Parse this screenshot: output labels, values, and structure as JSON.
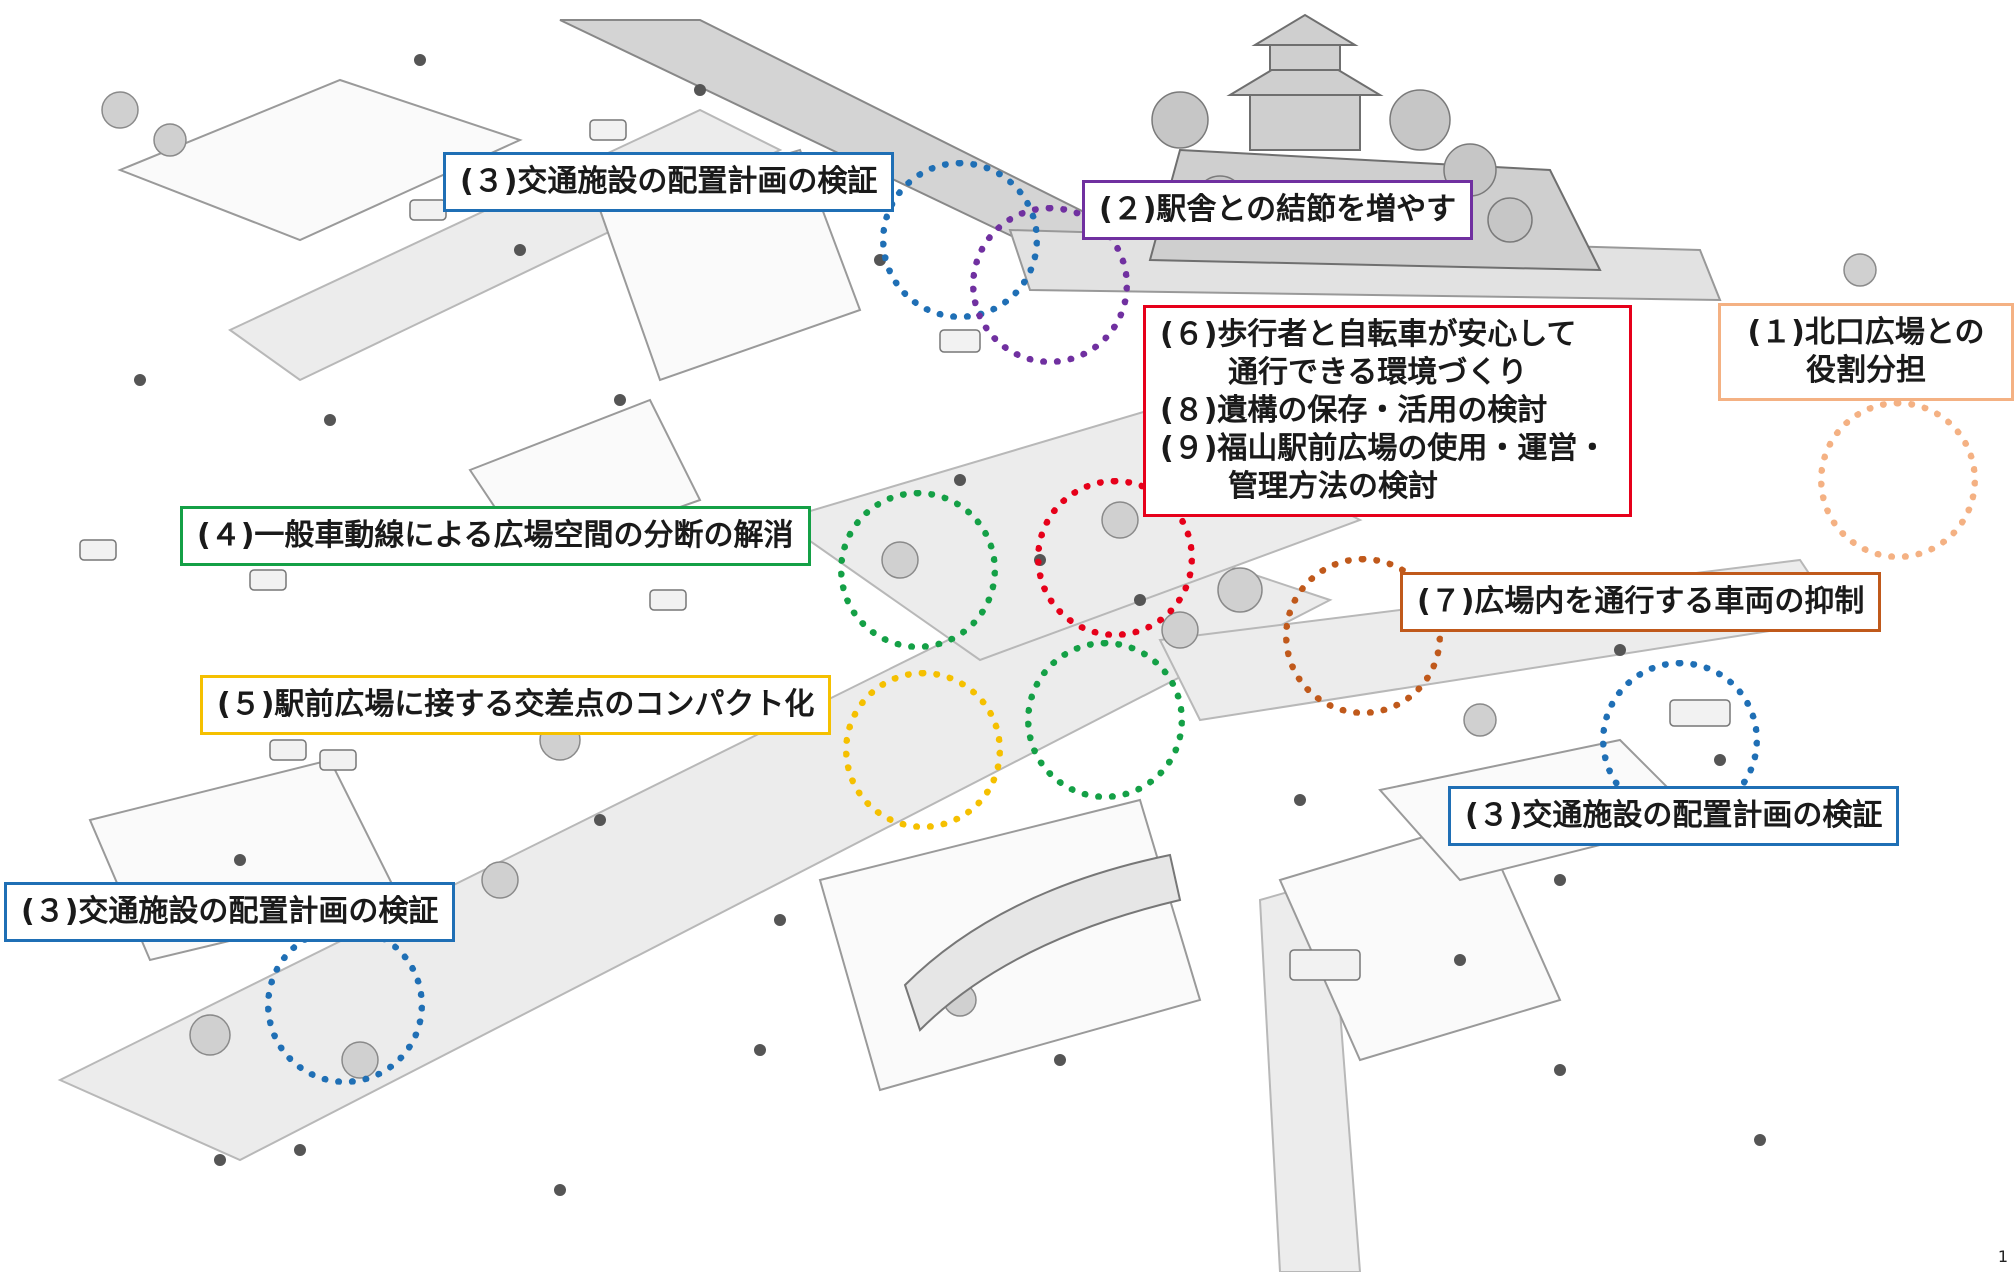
{
  "colors": {
    "blue": "#1f6fb5",
    "purple": "#7030a0",
    "red": "#e6001a",
    "orange_light": "#f4b183",
    "green": "#14a046",
    "yellow": "#f5c000",
    "brown": "#c0591b"
  },
  "labels": {
    "item1": [
      "(１)北口広場との",
      "役割分担"
    ],
    "item2": "(２)駅舎との結節を増やす",
    "item3_top": "(３)交通施設の配置計画の検証",
    "item3_right": "(３)交通施設の配置計画の検証",
    "item3_left": "(３)交通施設の配置計画の検証",
    "item4": "(４)一般車動線による広場空間の分断の解消",
    "item5": "(５)駅前広場に接する交差点のコンパクト化",
    "item6_8_9": [
      "(６)歩行者と自転車が安心して",
      "通行できる環境づくり",
      "(８)遺構の保存・活用の検討",
      "(９)福山駅前広場の使用・運営・",
      "管理方法の検討"
    ],
    "item7": "(７)広場内を通行する車両の抑制"
  },
  "page_number": "1"
}
